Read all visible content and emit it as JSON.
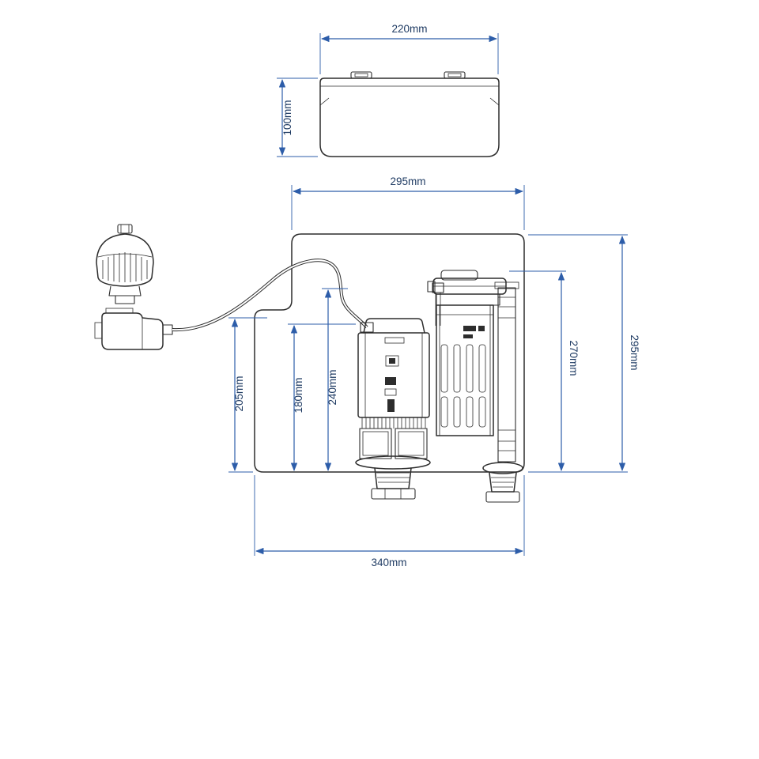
{
  "diagram": {
    "kind": "dimensioned technical drawing",
    "subject": "Concealed cistern tank with flush valve, fill valve, push button and lid",
    "colors": {
      "dimension_line": "#2d5da9",
      "dimension_text": "#1f3b63",
      "drawing_line": "#2d2d2d",
      "background": "#ffffff"
    },
    "labels": {
      "lid_width": "220mm",
      "lid_height": "100mm",
      "tank_top_width": "295mm",
      "tank_height": "295mm",
      "flush_valve_height": "270mm",
      "inlet_valve_height": "240mm",
      "height_205": "205mm",
      "height_180": "180mm",
      "tank_bottom_width": "340mm"
    }
  }
}
